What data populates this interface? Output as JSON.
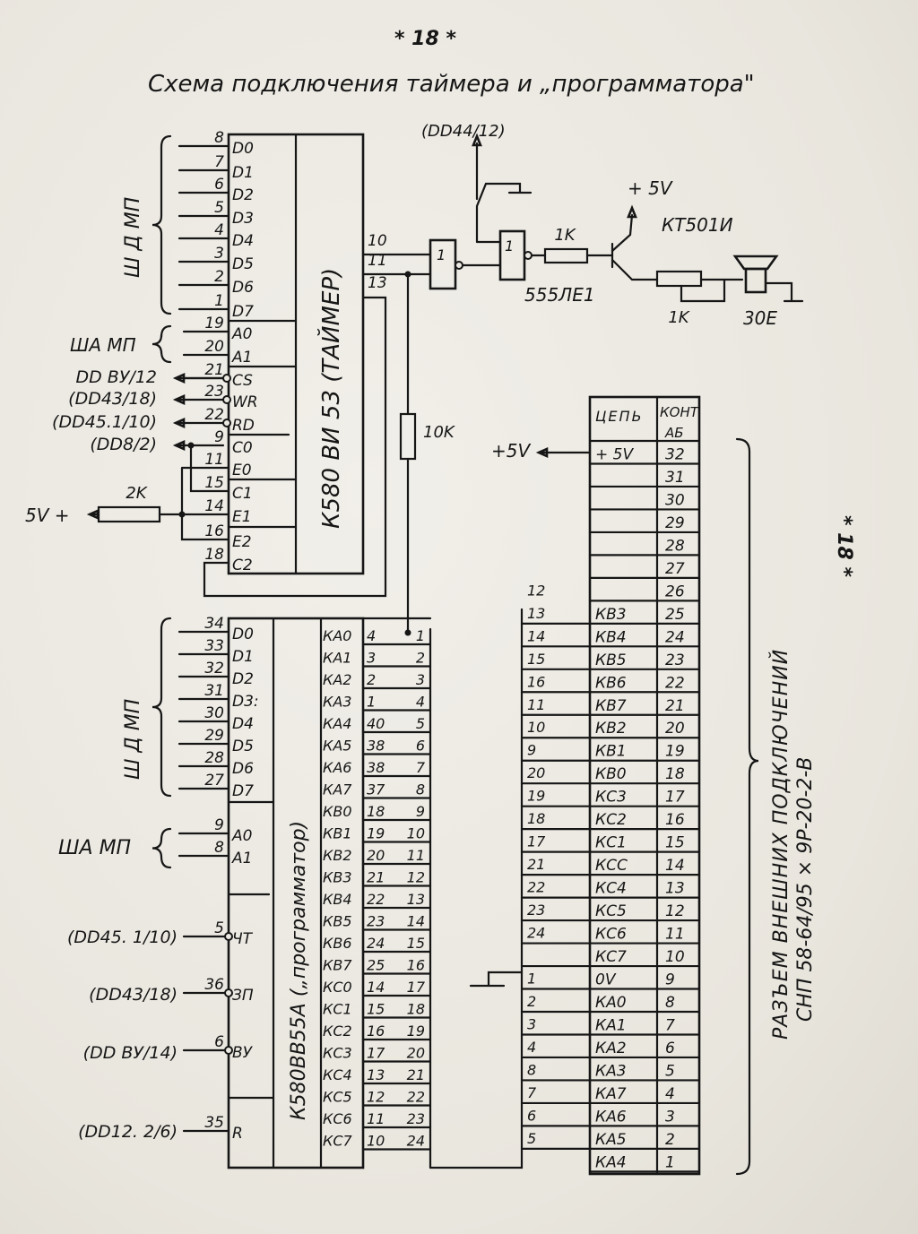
{
  "page_number": "* 18 *",
  "page_number_rotated": "* 18 *",
  "title": "Схема   подключения   таймера   и „программатора\"",
  "timer": {
    "name": "К580 ВИ 53 (ТАЙМЕР)",
    "data_bus_label": "Ш Д   МП",
    "addr_bus_label": "ША МП",
    "pins": [
      {
        "num": "8",
        "name": "D0"
      },
      {
        "num": "7",
        "name": "D1"
      },
      {
        "num": "6",
        "name": "D2"
      },
      {
        "num": "5",
        "name": "D3"
      },
      {
        "num": "4",
        "name": "D4"
      },
      {
        "num": "3",
        "name": "D5"
      },
      {
        "num": "2",
        "name": "D6"
      },
      {
        "num": "1",
        "name": "D7"
      },
      {
        "num": "19",
        "name": "A0"
      },
      {
        "num": "20",
        "name": "A1"
      },
      {
        "num": "21",
        "name": "CS"
      },
      {
        "num": "23",
        "name": "WR"
      },
      {
        "num": "22",
        "name": "RD"
      },
      {
        "num": "9",
        "name": "C0"
      },
      {
        "num": "11",
        "name": "E0"
      },
      {
        "num": "15",
        "name": "C1"
      },
      {
        "num": "14",
        "name": "E1"
      },
      {
        "num": "16",
        "name": "E2"
      },
      {
        "num": "18",
        "name": "C2"
      }
    ],
    "signals": [
      "DD ВУ/12",
      "(DD43/18)",
      "(DD45.1/10)",
      "(DD8/2)"
    ],
    "outputs": [
      "10",
      "11",
      "13"
    ],
    "supply_label": "5V +",
    "resistor": "2K"
  },
  "output_circuit": {
    "enable_signal": "(DD44/12)",
    "gate1_symbol": "1",
    "gate2_symbol": "1",
    "gate_chip": "555ЛЕ1",
    "r_base": "1K",
    "supply": "+ 5V",
    "transistor": "КТ501И",
    "r_out": "1K",
    "speaker": "30E",
    "pullup": "10K"
  },
  "programmer": {
    "name": "К580ВВ55А („программатор)",
    "data_bus_label": "Ш Д   МП",
    "addr_bus_label": "ША МП",
    "pins": [
      {
        "num": "34",
        "name": "D0"
      },
      {
        "num": "33",
        "name": "D1"
      },
      {
        "num": "32",
        "name": "D2"
      },
      {
        "num": "31",
        "name": "D3:"
      },
      {
        "num": "30",
        "name": "D4"
      },
      {
        "num": "29",
        "name": "D5"
      },
      {
        "num": "28",
        "name": "D6"
      },
      {
        "num": "27",
        "name": "D7"
      },
      {
        "num": "9",
        "name": "A0"
      },
      {
        "num": "8",
        "name": "A1"
      },
      {
        "num": "5",
        "name": "ЧТ"
      },
      {
        "num": "36",
        "name": "ЗП"
      },
      {
        "num": "6",
        "name": "ВУ"
      },
      {
        "num": "35",
        "name": "R"
      }
    ],
    "signals": [
      "(DD45. 1/10)",
      "(DD43/18)",
      "(DD ВУ/14)",
      "(DD12. 2/6)"
    ],
    "ports": [
      {
        "port": "КА0",
        "left": "4",
        "right": "1"
      },
      {
        "port": "КА1",
        "left": "3",
        "right": "2"
      },
      {
        "port": "КА2",
        "left": "2",
        "right": "3"
      },
      {
        "port": "КА3",
        "left": "1",
        "right": "4"
      },
      {
        "port": "КА4",
        "left": "40",
        "right": "5"
      },
      {
        "port": "КА5",
        "left": "38",
        "right": "6"
      },
      {
        "port": "КА6",
        "left": "38",
        "right": "7"
      },
      {
        "port": "КА7",
        "left": "37",
        "right": "8"
      },
      {
        "port": "КВ0",
        "left": "18",
        "right": "9"
      },
      {
        "port": "КВ1",
        "left": "19",
        "right": "10"
      },
      {
        "port": "КВ2",
        "left": "20",
        "right": "11"
      },
      {
        "port": "КВ3",
        "left": "21",
        "right": "12"
      },
      {
        "port": "КВ4",
        "left": "22",
        "right": "13"
      },
      {
        "port": "КВ5",
        "left": "23",
        "right": "14"
      },
      {
        "port": "КВ6",
        "left": "24",
        "right": "15"
      },
      {
        "port": "КВ7",
        "left": "25",
        "right": "16"
      },
      {
        "port": "КС0",
        "left": "14",
        "right": "17"
      },
      {
        "port": "КС1",
        "left": "15",
        "right": "18"
      },
      {
        "port": "КС2",
        "left": "16",
        "right": "19"
      },
      {
        "port": "КС3",
        "left": "17",
        "right": "20"
      },
      {
        "port": "КС4",
        "left": "13",
        "right": "21"
      },
      {
        "port": "КС5",
        "left": "12",
        "right": "22"
      },
      {
        "port": "КС6",
        "left": "11",
        "right": "23"
      },
      {
        "port": "КС7",
        "left": "10",
        "right": "24"
      }
    ]
  },
  "wiring_numbers": [
    "12",
    "13",
    "14",
    "15",
    "16",
    "11",
    "10",
    "9",
    "20",
    "19",
    "18",
    "17",
    "21",
    "22",
    "23",
    "24",
    "",
    "1",
    "2",
    "3",
    "4",
    "8",
    "7",
    "6",
    "5"
  ],
  "connector": {
    "header_circuit": "ЦЕПЬ",
    "header_contact": "КОНТ",
    "header_sub": "АБ",
    "supply_label": "+5V",
    "title_line1": "РАЗЪЕМ  ВНЕШНИХ      ПОДКЛЮЧЕНИЙ",
    "title_line2": "СНП 58-64/95 × 9Р-20-2-В",
    "rows": [
      {
        "net": "+ 5V",
        "pin": "32"
      },
      {
        "net": "",
        "pin": "31"
      },
      {
        "net": "",
        "pin": "30"
      },
      {
        "net": "",
        "pin": "29"
      },
      {
        "net": "",
        "pin": "28"
      },
      {
        "net": "",
        "pin": "27"
      },
      {
        "net": "",
        "pin": "26"
      },
      {
        "net": "КВ3",
        "pin": "25"
      },
      {
        "net": "КВ4",
        "pin": "24"
      },
      {
        "net": "КВ5",
        "pin": "23"
      },
      {
        "net": "КВ6",
        "pin": "22"
      },
      {
        "net": "КВ7",
        "pin": "21"
      },
      {
        "net": "КВ2",
        "pin": "20"
      },
      {
        "net": "КВ1",
        "pin": "19"
      },
      {
        "net": "КВ0",
        "pin": "18"
      },
      {
        "net": "КС3",
        "pin": "17"
      },
      {
        "net": "КС2",
        "pin": "16"
      },
      {
        "net": "КС1",
        "pin": "15"
      },
      {
        "net": "КСС",
        "pin": "14"
      },
      {
        "net": "КС4",
        "pin": "13"
      },
      {
        "net": "КС5",
        "pin": "12"
      },
      {
        "net": "КС6",
        "pin": "11"
      },
      {
        "net": "КС7",
        "pin": "10"
      },
      {
        "net": "0V",
        "pin": "9"
      },
      {
        "net": "КА0",
        "pin": "8"
      },
      {
        "net": "КА1",
        "pin": "7"
      },
      {
        "net": "КА2",
        "pin": "6"
      },
      {
        "net": "КА3",
        "pin": "5"
      },
      {
        "net": "КА7",
        "pin": "4"
      },
      {
        "net": "КА6",
        "pin": "3"
      },
      {
        "net": "КА5",
        "pin": "2"
      },
      {
        "net": "КА4",
        "pin": "1"
      }
    ]
  }
}
